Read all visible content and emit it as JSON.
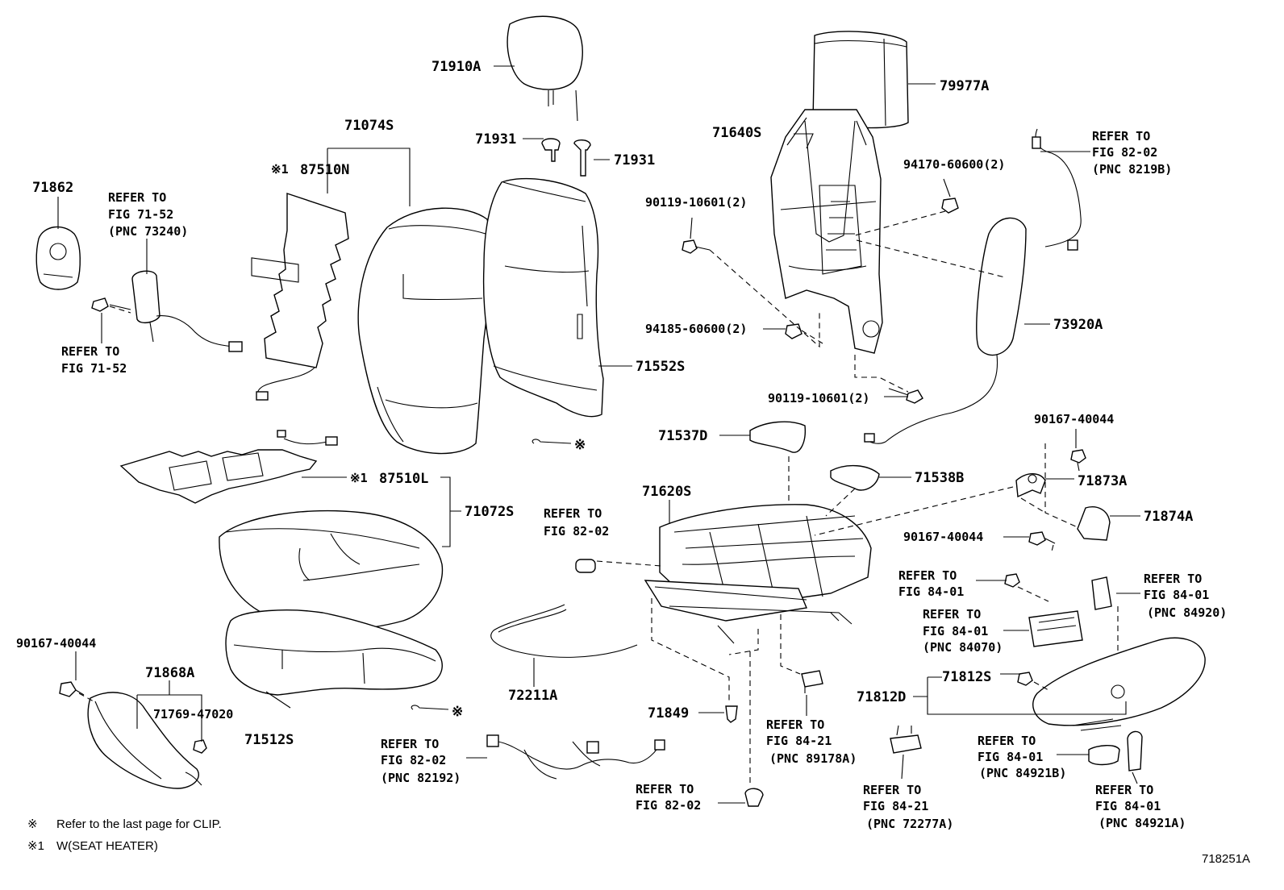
{
  "labels": [
    {
      "id": "p71910A",
      "text": "71910A"
    },
    {
      "id": "p79977A",
      "text": "79977A"
    },
    {
      "id": "p71074S",
      "text": "71074S"
    },
    {
      "id": "p71640S",
      "text": "71640S"
    },
    {
      "id": "p71931a",
      "text": "71931"
    },
    {
      "id": "p71931b",
      "text": "71931"
    },
    {
      "id": "p87510N_mark",
      "text": "※1"
    },
    {
      "id": "p87510N",
      "text": "87510N"
    },
    {
      "id": "p71862",
      "text": "71862"
    },
    {
      "id": "p94170",
      "text": "94170-60600(2)"
    },
    {
      "id": "p90119a",
      "text": "90119-10601(2)"
    },
    {
      "id": "p94185",
      "text": "94185-60600(2)"
    },
    {
      "id": "p73920A",
      "text": "73920A"
    },
    {
      "id": "p71552S",
      "text": "71552S"
    },
    {
      "id": "p90119b",
      "text": "90119-10601(2)"
    },
    {
      "id": "p90167a",
      "text": "90167-40044"
    },
    {
      "id": "p71537D",
      "text": "71537D"
    },
    {
      "id": "clip1",
      "text": "※"
    },
    {
      "id": "p87510L_mark",
      "text": "※1"
    },
    {
      "id": "p87510L",
      "text": "87510L"
    },
    {
      "id": "p71538B",
      "text": "71538B"
    },
    {
      "id": "p71873A",
      "text": "71873A"
    },
    {
      "id": "p71620S",
      "text": "71620S"
    },
    {
      "id": "p71072S",
      "text": "71072S"
    },
    {
      "id": "p71874A",
      "text": "71874A"
    },
    {
      "id": "p90167b",
      "text": "90167-40044"
    },
    {
      "id": "p90167c",
      "text": "90167-40044"
    },
    {
      "id": "p71868A",
      "text": "71868A"
    },
    {
      "id": "p71812S",
      "text": "71812S"
    },
    {
      "id": "p71812D",
      "text": "71812D"
    },
    {
      "id": "p71769",
      "text": "71769-47020"
    },
    {
      "id": "p72211A",
      "text": "72211A"
    },
    {
      "id": "p71849",
      "text": "71849"
    },
    {
      "id": "clip2",
      "text": "※"
    },
    {
      "id": "p71512S",
      "text": "71512S"
    }
  ],
  "references": [
    {
      "id": "r73240",
      "lines": [
        "REFER TO",
        "FIG 71-52",
        "(PNC 73240)"
      ]
    },
    {
      "id": "r71_52",
      "lines": [
        "REFER TO",
        "FIG 71-52"
      ]
    },
    {
      "id": "r8219B",
      "lines": [
        "REFER TO",
        "FIG 82-02",
        "(PNC 8219B)"
      ]
    },
    {
      "id": "r82_02a",
      "lines": [
        "REFER TO",
        "FIG 82-02"
      ]
    },
    {
      "id": "r84_01a",
      "lines": [
        "REFER TO",
        "FIG 84-01"
      ]
    },
    {
      "id": "r84920",
      "lines": [
        "REFER TO",
        "FIG 84-01",
        "(PNC 84920)"
      ]
    },
    {
      "id": "r84070",
      "lines": [
        "REFER TO",
        "FIG 84-01",
        "(PNC 84070)"
      ]
    },
    {
      "id": "r89178A",
      "lines": [
        "REFER TO",
        "FIG 84-21",
        "(PNC 89178A)"
      ]
    },
    {
      "id": "r84921B",
      "lines": [
        "REFER TO",
        "FIG 84-01",
        "(PNC 84921B)"
      ]
    },
    {
      "id": "r82192",
      "lines": [
        "REFER TO",
        "FIG 82-02",
        "(PNC 82192)"
      ]
    },
    {
      "id": "r82_02b",
      "lines": [
        "REFER TO",
        "FIG 82-02"
      ]
    },
    {
      "id": "r72277A",
      "lines": [
        "REFER TO",
        "FIG 84-21",
        "(PNC 72277A)"
      ]
    },
    {
      "id": "r84921A",
      "lines": [
        "REFER TO",
        "FIG 84-01",
        "(PNC 84921A)"
      ]
    }
  ],
  "notes": [
    {
      "id": "note1",
      "mark": "※",
      "text": "Refer to the last page for CLIP."
    },
    {
      "id": "note2",
      "mark": "※1",
      "text": "W(SEAT HEATER)"
    }
  ],
  "figure_id": "718251A"
}
